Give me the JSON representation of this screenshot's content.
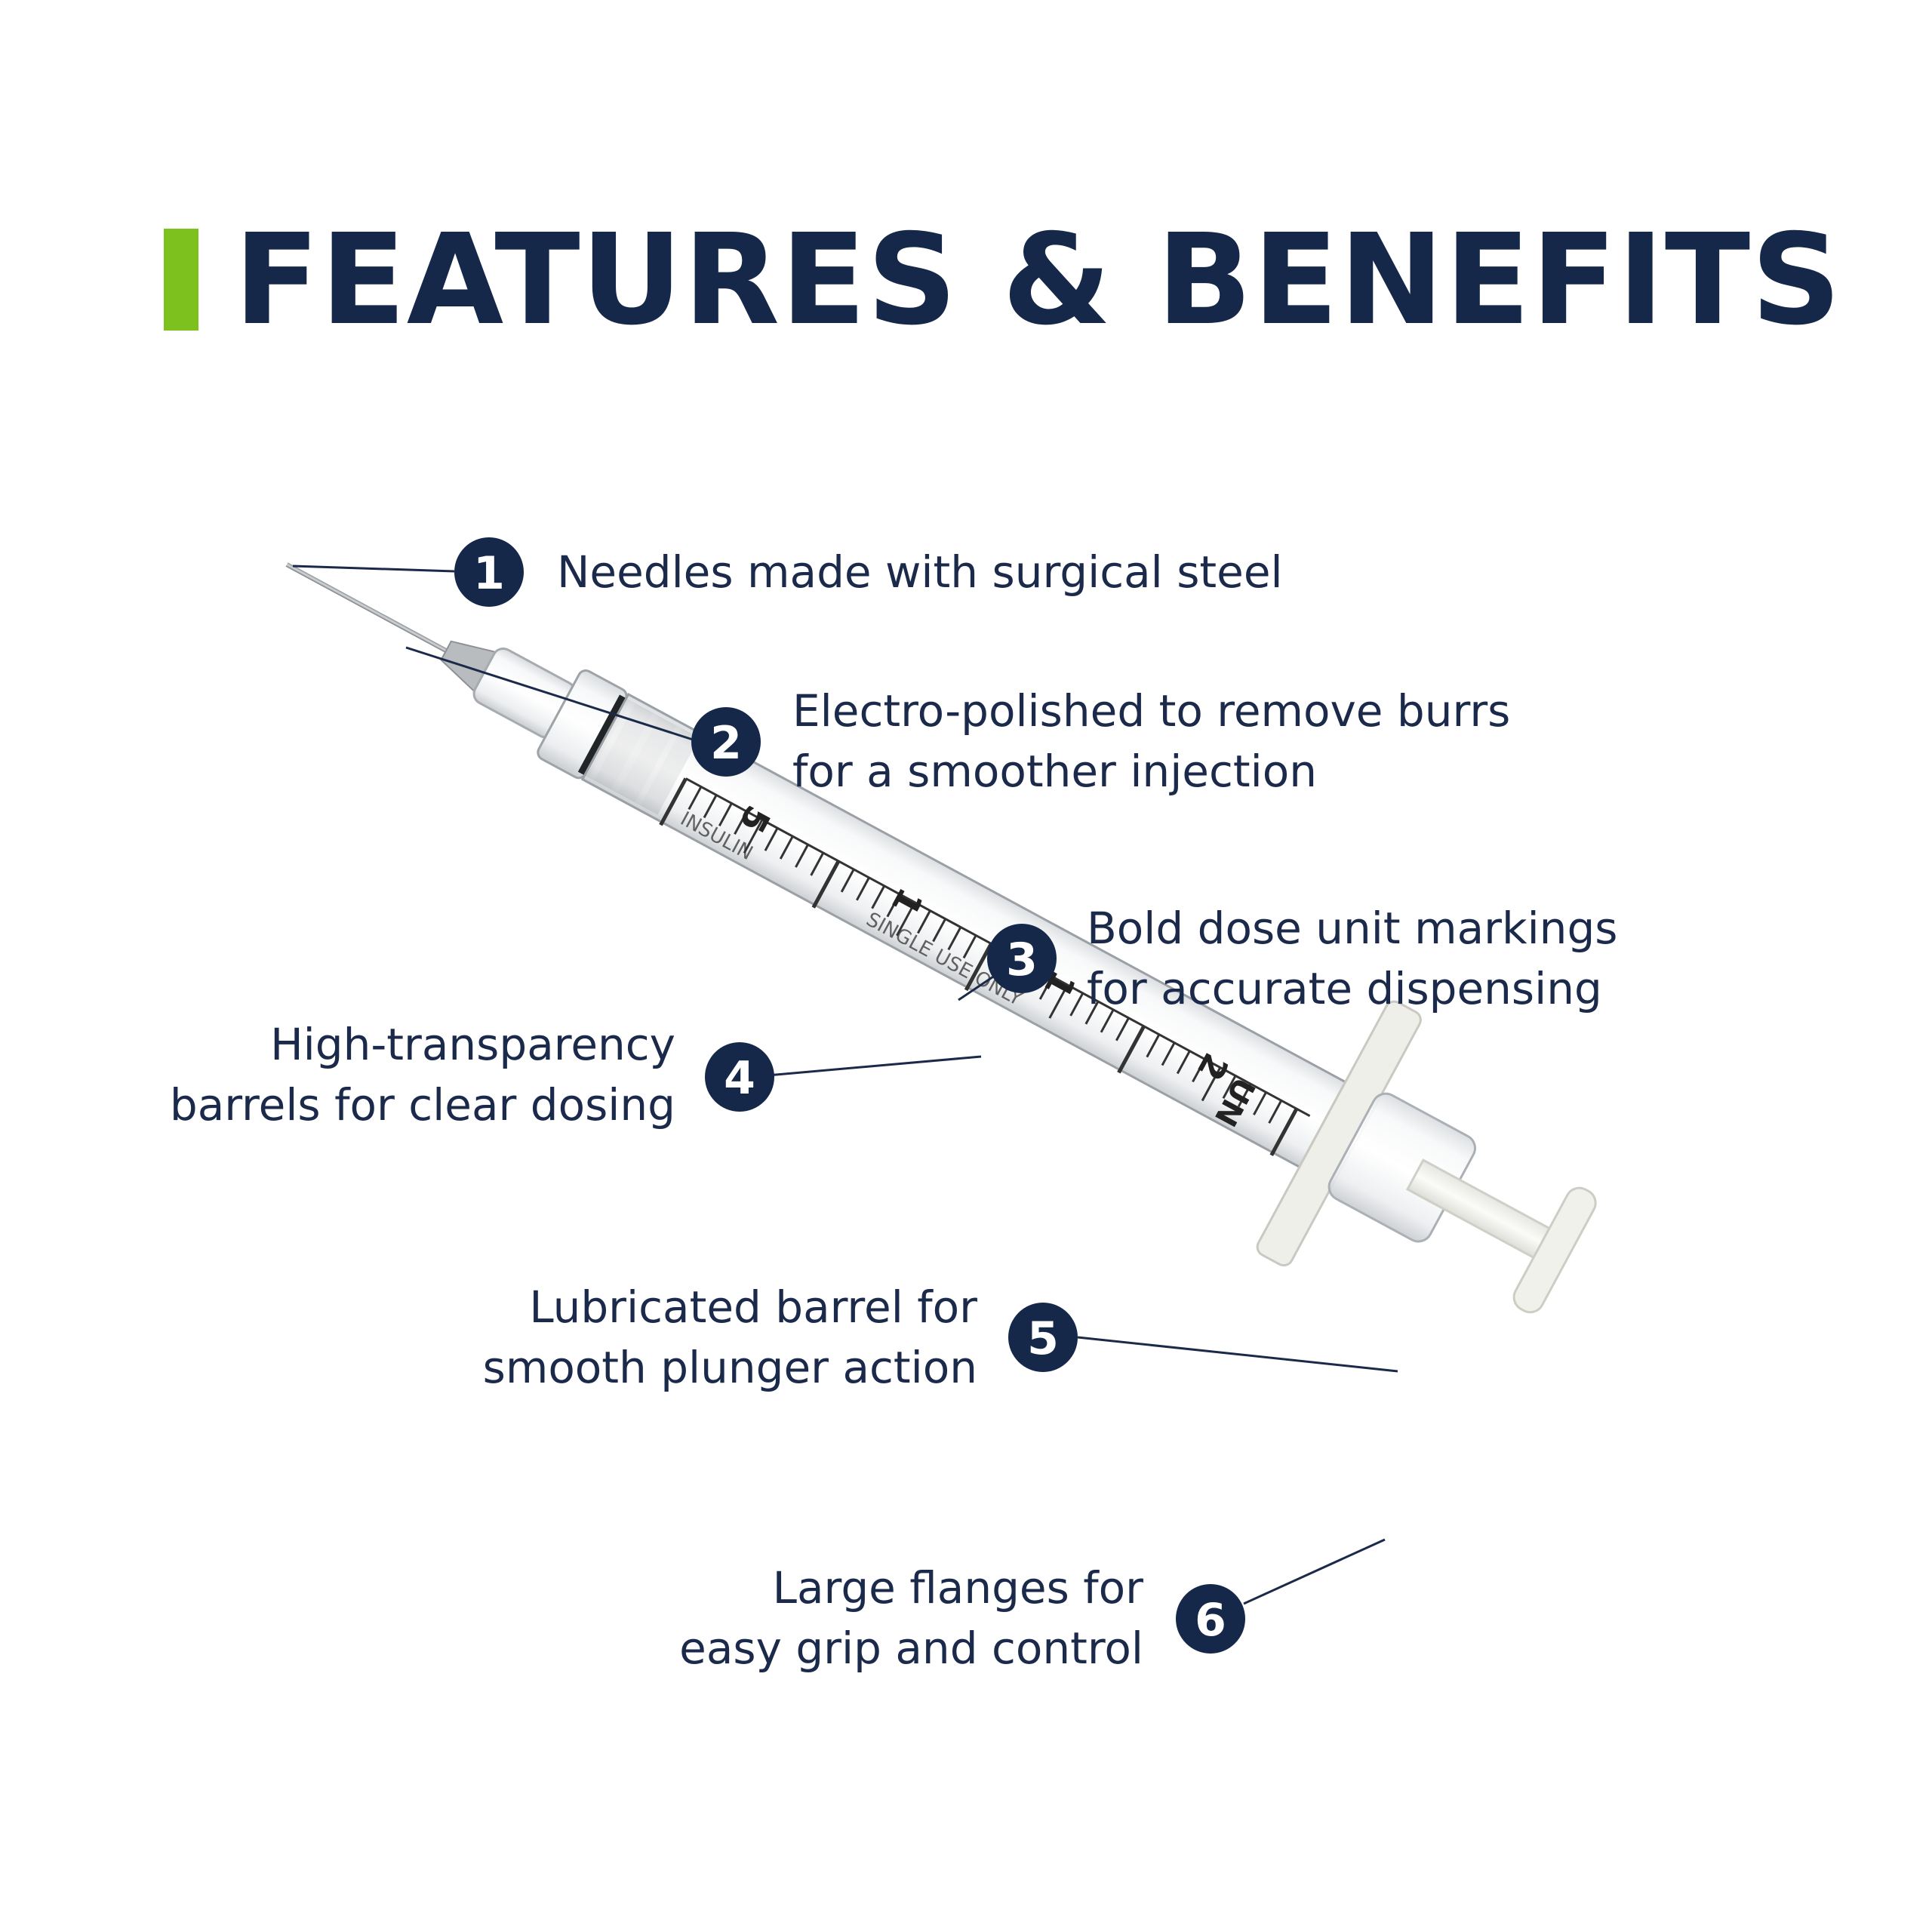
{
  "header": {
    "title": "FEATURES & BENEFITS",
    "accent_color": "#7dc11f",
    "title_color": "#16284a"
  },
  "syringe": {
    "barrel_labels": [
      "5",
      "1",
      "1",
      "2"
    ],
    "printed_text": [
      "INSULIN",
      "SINGLE USE ONLY",
      "UN"
    ]
  },
  "features": [
    {
      "number": "1",
      "lines": [
        "Needles made with surgical steel"
      ]
    },
    {
      "number": "2",
      "lines": [
        "Electro-polished to remove burrs",
        "for a smoother injection"
      ]
    },
    {
      "number": "3",
      "lines": [
        "Bold dose unit markings",
        "for accurate dispensing"
      ]
    },
    {
      "number": "4",
      "lines": [
        "High-transparency",
        "barrels for clear dosing"
      ]
    },
    {
      "number": "5",
      "lines": [
        "Lubricated barrel for",
        "smooth plunger action"
      ]
    },
    {
      "number": "6",
      "lines": [
        "Large flanges for",
        "easy grip and control"
      ]
    }
  ],
  "badge_color": "#16284a"
}
